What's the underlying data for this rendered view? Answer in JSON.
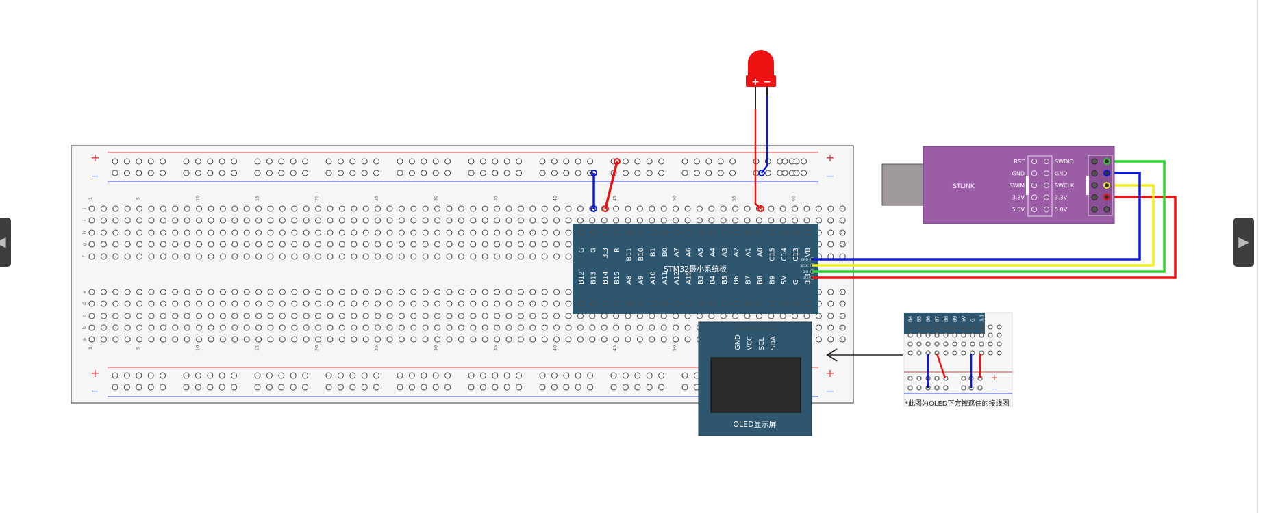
{
  "navigation": {
    "prev_icon": "◀",
    "next_icon": "▶"
  },
  "breadboard": {
    "rail_plus": "+",
    "rail_minus": "−",
    "row_letters_top": [
      "j",
      "i",
      "h",
      "g",
      "f"
    ],
    "row_letters_bottom": [
      "e",
      "d",
      "c",
      "b",
      "a"
    ],
    "column_numbers": [
      "1",
      "5",
      "10",
      "15",
      "20",
      "25",
      "30",
      "35",
      "40",
      "45",
      "50",
      "55",
      "60"
    ]
  },
  "led": {
    "plus_mark": "+",
    "minus_mark": "−",
    "color": "#ee1111"
  },
  "stm32": {
    "title": "STM32最小系统板",
    "top_pins": [
      "G",
      "G",
      "3.3",
      "R",
      "B11",
      "B10",
      "B1",
      "B0",
      "A7",
      "A6",
      "A5",
      "A4",
      "A3",
      "A2",
      "A1",
      "A0",
      "C15",
      "C14",
      "C13",
      "VB"
    ],
    "bottom_pins": [
      "B12",
      "B13",
      "B14",
      "B15",
      "A8",
      "A9",
      "A10",
      "A11",
      "A12",
      "A15",
      "B3",
      "B4",
      "B5",
      "B6",
      "B7",
      "B8",
      "B9",
      "5V",
      "G",
      "3.3"
    ],
    "debug_pins": [
      "GND",
      "SCLK",
      "DIO",
      "3.3"
    ],
    "color": "#2e566f"
  },
  "oled": {
    "pins": [
      "GND",
      "VCC",
      "SCL",
      "SDA"
    ],
    "title": "OLED显示屏"
  },
  "stlink": {
    "title": "STLINK",
    "left_labels": [
      "RST",
      "GND",
      "SWIM",
      "3.3V",
      "5.0V"
    ],
    "right_labels": [
      "SWDIO",
      "GND",
      "SWCLK",
      "3.3V",
      "5.0V"
    ],
    "color": "#9b5ea6"
  },
  "inset": {
    "pins": [
      "B4",
      "B5",
      "B6",
      "B7",
      "B8",
      "B9",
      "5V",
      "G",
      "3.3"
    ],
    "caption": "*此图为OLED下方被遮住的接线图"
  },
  "wire_colors": {
    "gnd": "#0b18d6",
    "vcc": "#ee1111",
    "clk": "#2ed12e",
    "dio": "#f0ee1c"
  }
}
